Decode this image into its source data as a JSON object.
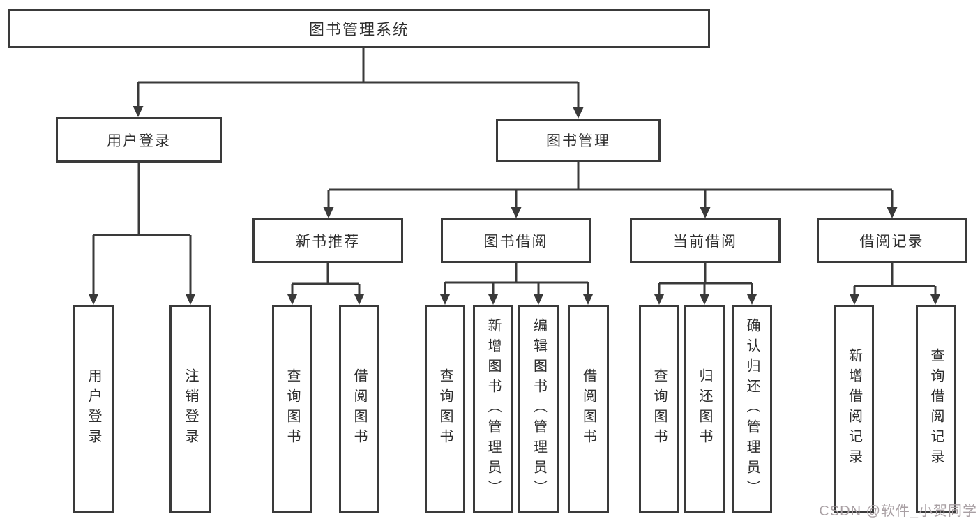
{
  "diagram": {
    "root": {
      "label": "图书管理系统"
    },
    "branches": [
      {
        "label": "用户登录",
        "children": [
          {
            "label": "用户登录"
          },
          {
            "label": "注销登录"
          }
        ]
      },
      {
        "label": "图书管理",
        "children": [
          {
            "label": "新书推荐",
            "children": [
              {
                "label": "查询图书"
              },
              {
                "label": "借阅图书"
              }
            ]
          },
          {
            "label": "图书借阅",
            "children": [
              {
                "label": "查询图书"
              },
              {
                "label": "新增图书（管理员）"
              },
              {
                "label": "编辑图书（管理员）"
              },
              {
                "label": "借阅图书"
              }
            ]
          },
          {
            "label": "当前借阅",
            "children": [
              {
                "label": "查询图书"
              },
              {
                "label": "归还图书"
              },
              {
                "label": "确认归还（管理员）"
              }
            ]
          },
          {
            "label": "借阅记录",
            "children": [
              {
                "label": "新增借阅记录"
              },
              {
                "label": "查询借阅记录"
              }
            ]
          }
        ]
      }
    ]
  },
  "watermark": {
    "text": "CSDN @软件_小贺同学"
  },
  "colors": {
    "line": "#3a3a3a",
    "text": "#2e2e2e",
    "background": "#ffffff",
    "watermark": "#a89fa3"
  }
}
